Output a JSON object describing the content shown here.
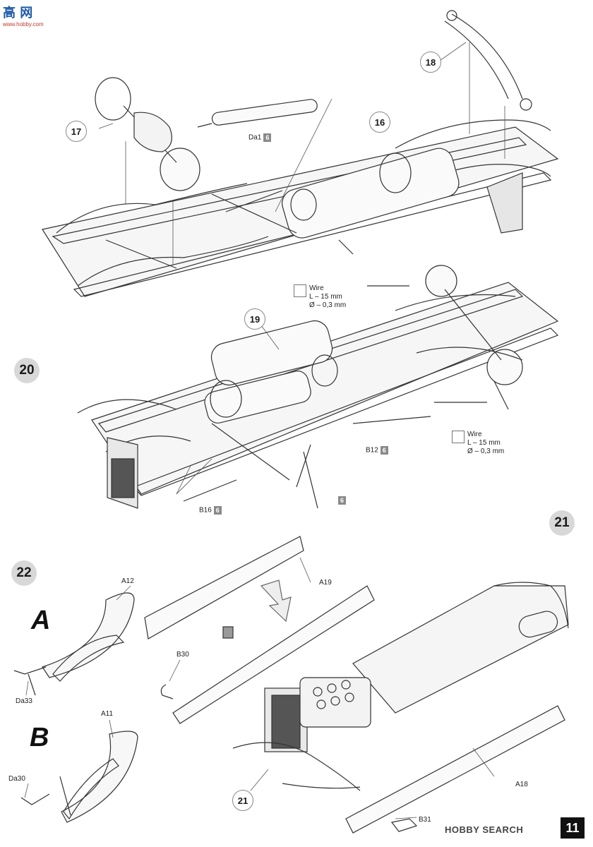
{
  "watermark": {
    "top_left": "高 网",
    "top_left_sub": "www.hobby.com",
    "bottom_right": "HOBBY SEARCH"
  },
  "page_number": "11",
  "steps": {
    "s20": "20",
    "s21": "21",
    "s22": "22"
  },
  "callouts": {
    "c17": "17",
    "c16": "16",
    "c18": "18",
    "c19": "19",
    "c21": "21"
  },
  "parts": {
    "da1": {
      "label": "Da1",
      "count": "6"
    },
    "b12": {
      "label": "B12",
      "count": "6"
    },
    "b16": {
      "label": "B16",
      "count": "6"
    },
    "loose": {
      "count": "6"
    },
    "a12": "A12",
    "a19": "A19",
    "b30": "B30",
    "da33": "Da33",
    "a11": "A11",
    "da30": "Da30",
    "a18": "A18",
    "b31": "B31"
  },
  "wire1": {
    "title": "Wire",
    "length": "L – 15 mm",
    "diameter": "Ø – 0,3 mm"
  },
  "wire2": {
    "title": "Wire",
    "length": "L – 15 mm",
    "diameter": "Ø – 0,3 mm"
  },
  "variants": {
    "a": "A",
    "b": "B"
  }
}
